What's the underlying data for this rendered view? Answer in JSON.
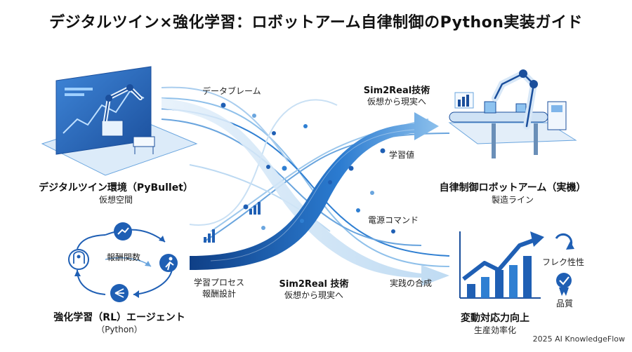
{
  "title": "デジタルツイン×強化学習：ロボットアーム自律制御のPython実装ガイド",
  "digital_twin": {
    "name": "デジタルツイン環境（PyBullet）",
    "sub": "仮想空間"
  },
  "robot": {
    "name": "自律制御ロボットアーム（実機）",
    "sub": "製造ライン"
  },
  "agent": {
    "name": "強化学習（RL）エージェント",
    "sub": "（Python）",
    "center_label": "報酬関数"
  },
  "outcome": {
    "name": "変動対応力向上",
    "sub": "生産効率化",
    "icons": [
      {
        "label": "フレク性性",
        "icon": "refresh-icon"
      },
      {
        "label": "品質",
        "icon": "quality-badge-icon"
      }
    ]
  },
  "flows": {
    "data_stream": "データブレーム",
    "sim2real_top": "Sim2Real技術",
    "sim2real_top_sub": "仮想から現実へ",
    "learned_values": "学習値",
    "power_command": "電源コマンド",
    "learning_process": "学習プロセス",
    "reward_design": "報酬設計",
    "sim2real_bottom": "Sim2Real 技術",
    "sim2real_bottom_sub": "仮想から現実へ",
    "practice_fusion": "実践の合成"
  },
  "footer": "2025 AI KnowledgeFlow",
  "colors": {
    "primary": "#1f5fb4",
    "light": "#9cc7ec",
    "pale": "#dbeaf8",
    "dark": "#0f3f86"
  }
}
